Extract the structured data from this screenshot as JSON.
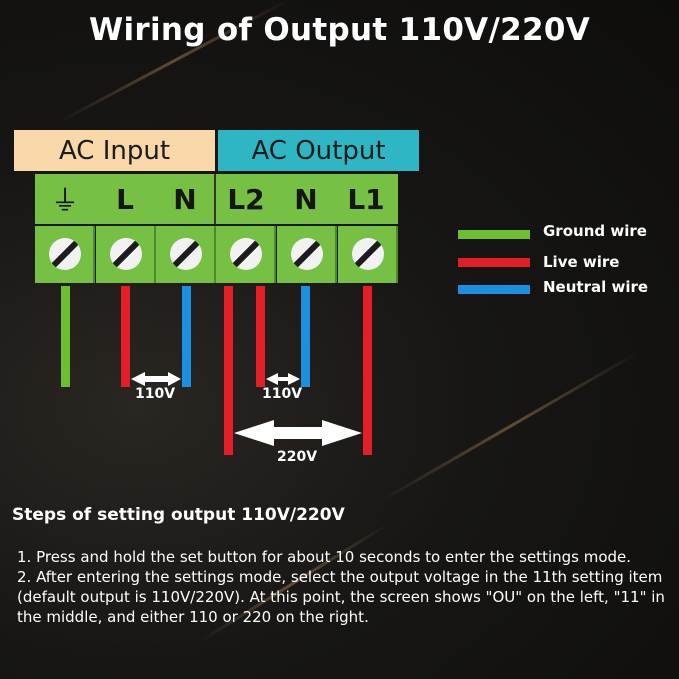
{
  "title": "Wiring of Output 110V/220V",
  "headers": {
    "input": "AC Input",
    "output": "AC Output"
  },
  "terminals": [
    "⏚",
    "L",
    "N",
    "L2",
    "N",
    "L1"
  ],
  "voltages": {
    "a": "110V",
    "b": "110V",
    "c": "220V"
  },
  "legend": [
    {
      "label": "Ground wire",
      "color": "#6cbf2e"
    },
    {
      "label": "Live wire",
      "color": "#e41e26"
    },
    {
      "label": "Neutral wire",
      "color": "#1d8fe0"
    }
  ],
  "steps": {
    "title": "Steps of setting output 110V/220V",
    "items": [
      "1. Press and hold the set button for about 10 seconds to enter the settings mode.",
      "2. After entering the settings mode, select the output voltage in the 11th setting item (default output is 110V/220V). At this point, the screen shows \"OU\" on the left, \"11\" in the middle, and either 110 or 220 on the right."
    ]
  }
}
